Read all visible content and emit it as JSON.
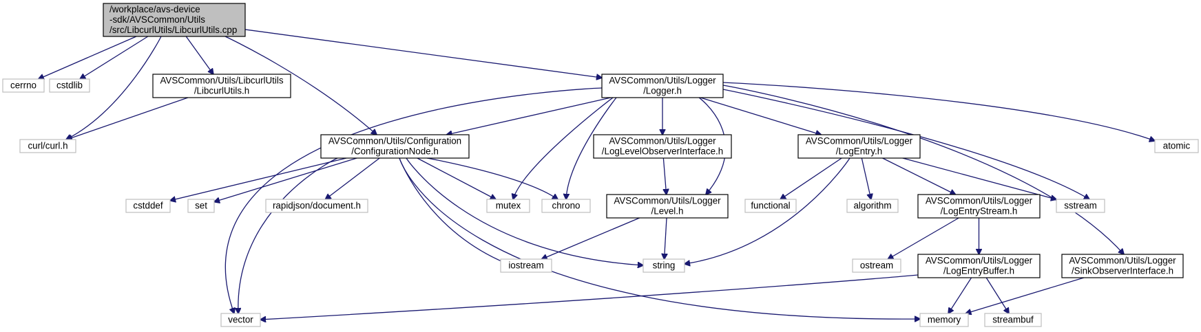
{
  "colors": {
    "edge": "#191970",
    "root_fill": "#bfbfbf",
    "root_border": "#000000",
    "documented_border": "#000000",
    "external_border": "#bfbfbf",
    "text": "#000000"
  },
  "nodes": [
    {
      "id": "root",
      "kind": "root",
      "lines": [
        "/workplace/avs-device",
        "-sdk/AVSCommon/Utils",
        "/src/LibcurlUtils/LibcurlUtils.cpp"
      ]
    },
    {
      "id": "cerrno",
      "kind": "external",
      "lines": [
        "cerrno"
      ]
    },
    {
      "id": "cstdlib",
      "kind": "external",
      "lines": [
        "cstdlib"
      ]
    },
    {
      "id": "libcurlutils_h",
      "kind": "documented",
      "lines": [
        "AVSCommon/Utils/LibcurlUtils",
        "/LibcurlUtils.h"
      ]
    },
    {
      "id": "logger_h",
      "kind": "documented",
      "lines": [
        "AVSCommon/Utils/Logger",
        "/Logger.h"
      ]
    },
    {
      "id": "curl_h",
      "kind": "external",
      "lines": [
        "curl/curl.h"
      ]
    },
    {
      "id": "confignode_h",
      "kind": "documented",
      "lines": [
        "AVSCommon/Utils/Configuration",
        "/ConfigurationNode.h"
      ]
    },
    {
      "id": "loglevelobs_h",
      "kind": "documented",
      "lines": [
        "AVSCommon/Utils/Logger",
        "/LogLevelObserverInterface.h"
      ]
    },
    {
      "id": "logentry_h",
      "kind": "documented",
      "lines": [
        "AVSCommon/Utils/Logger",
        "/LogEntry.h"
      ]
    },
    {
      "id": "atomic",
      "kind": "external",
      "lines": [
        "atomic"
      ]
    },
    {
      "id": "cstddef",
      "kind": "external",
      "lines": [
        "cstddef"
      ]
    },
    {
      "id": "set",
      "kind": "external",
      "lines": [
        "set"
      ]
    },
    {
      "id": "rapidjson",
      "kind": "external",
      "lines": [
        "rapidjson/document.h"
      ]
    },
    {
      "id": "mutex",
      "kind": "external",
      "lines": [
        "mutex"
      ]
    },
    {
      "id": "chrono",
      "kind": "external",
      "lines": [
        "chrono"
      ]
    },
    {
      "id": "level_h",
      "kind": "documented",
      "lines": [
        "AVSCommon/Utils/Logger",
        "/Level.h"
      ]
    },
    {
      "id": "functional",
      "kind": "external",
      "lines": [
        "functional"
      ]
    },
    {
      "id": "algorithm",
      "kind": "external",
      "lines": [
        "algorithm"
      ]
    },
    {
      "id": "logentrystream_h",
      "kind": "documented",
      "lines": [
        "AVSCommon/Utils/Logger",
        "/LogEntryStream.h"
      ]
    },
    {
      "id": "sstream",
      "kind": "external",
      "lines": [
        "sstream"
      ]
    },
    {
      "id": "iostream",
      "kind": "external",
      "lines": [
        "iostream"
      ]
    },
    {
      "id": "string",
      "kind": "external",
      "lines": [
        "string"
      ]
    },
    {
      "id": "ostream",
      "kind": "external",
      "lines": [
        "ostream"
      ]
    },
    {
      "id": "logentrybuffer_h",
      "kind": "documented",
      "lines": [
        "AVSCommon/Utils/Logger",
        "/LogEntryBuffer.h"
      ]
    },
    {
      "id": "sinkobs_h",
      "kind": "documented",
      "lines": [
        "AVSCommon/Utils/Logger",
        "/SinkObserverInterface.h"
      ]
    },
    {
      "id": "vector",
      "kind": "external",
      "lines": [
        "vector"
      ]
    },
    {
      "id": "memory",
      "kind": "external",
      "lines": [
        "memory"
      ]
    },
    {
      "id": "streambuf",
      "kind": "external",
      "lines": [
        "streambuf"
      ]
    }
  ],
  "edges": [
    {
      "from": "root",
      "to": "cerrno"
    },
    {
      "from": "root",
      "to": "cstdlib"
    },
    {
      "from": "root",
      "to": "curl_h"
    },
    {
      "from": "root",
      "to": "libcurlutils_h"
    },
    {
      "from": "root",
      "to": "confignode_h"
    },
    {
      "from": "root",
      "to": "logger_h"
    },
    {
      "from": "libcurlutils_h",
      "to": "curl_h"
    },
    {
      "from": "logger_h",
      "to": "vector"
    },
    {
      "from": "logger_h",
      "to": "confignode_h"
    },
    {
      "from": "logger_h",
      "to": "mutex"
    },
    {
      "from": "logger_h",
      "to": "chrono"
    },
    {
      "from": "logger_h",
      "to": "loglevelobs_h"
    },
    {
      "from": "logger_h",
      "to": "level_h"
    },
    {
      "from": "logger_h",
      "to": "logentry_h"
    },
    {
      "from": "logger_h",
      "to": "sstream"
    },
    {
      "from": "logger_h",
      "to": "sinkobs_h"
    },
    {
      "from": "logger_h",
      "to": "atomic"
    },
    {
      "from": "confignode_h",
      "to": "cstddef"
    },
    {
      "from": "confignode_h",
      "to": "set"
    },
    {
      "from": "confignode_h",
      "to": "vector"
    },
    {
      "from": "confignode_h",
      "to": "rapidjson"
    },
    {
      "from": "confignode_h",
      "to": "iostream"
    },
    {
      "from": "confignode_h",
      "to": "mutex"
    },
    {
      "from": "confignode_h",
      "to": "chrono"
    },
    {
      "from": "confignode_h",
      "to": "string"
    },
    {
      "from": "confignode_h",
      "to": "memory"
    },
    {
      "from": "loglevelobs_h",
      "to": "level_h"
    },
    {
      "from": "level_h",
      "to": "iostream"
    },
    {
      "from": "level_h",
      "to": "string"
    },
    {
      "from": "logentry_h",
      "to": "functional"
    },
    {
      "from": "logentry_h",
      "to": "string"
    },
    {
      "from": "logentry_h",
      "to": "algorithm"
    },
    {
      "from": "logentry_h",
      "to": "logentrystream_h"
    },
    {
      "from": "logentry_h",
      "to": "sstream"
    },
    {
      "from": "logentrystream_h",
      "to": "ostream"
    },
    {
      "from": "logentrystream_h",
      "to": "logentrybuffer_h"
    },
    {
      "from": "logentrybuffer_h",
      "to": "vector"
    },
    {
      "from": "logentrybuffer_h",
      "to": "memory"
    },
    {
      "from": "logentrybuffer_h",
      "to": "streambuf"
    },
    {
      "from": "sinkobs_h",
      "to": "memory"
    }
  ]
}
